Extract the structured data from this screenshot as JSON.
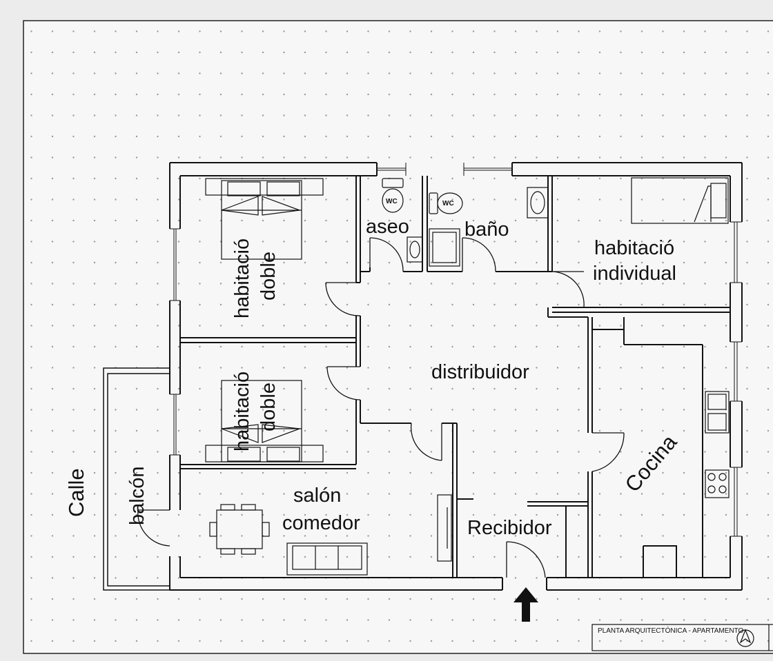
{
  "colors": {
    "paper": "#f7f7f7",
    "ink": "#111111",
    "dots": "#9a9a9a",
    "background": "#ececec"
  },
  "rooms": {
    "habitacio_doble_1": [
      "habitació",
      "doble"
    ],
    "habitacio_doble_2": [
      "habitació",
      "doble"
    ],
    "aseo": "aseo",
    "bano": "baño",
    "habitacio_individual": [
      "habitació",
      "individual"
    ],
    "distribuidor": "distribuidor",
    "cocina": "Cocina",
    "salon_comedor": [
      "salón",
      "comedor"
    ],
    "recibidor": "Recibidor",
    "balcon": "balcón",
    "calle": "Calle"
  },
  "fixtures": {
    "wc_label": "WC"
  },
  "title_block": {
    "text": "PLANTA ARQUITECTÓNICA - APARTAMENTO"
  },
  "icons": {
    "entrance": "arrow-up-icon",
    "north": "north-arrow-icon"
  }
}
